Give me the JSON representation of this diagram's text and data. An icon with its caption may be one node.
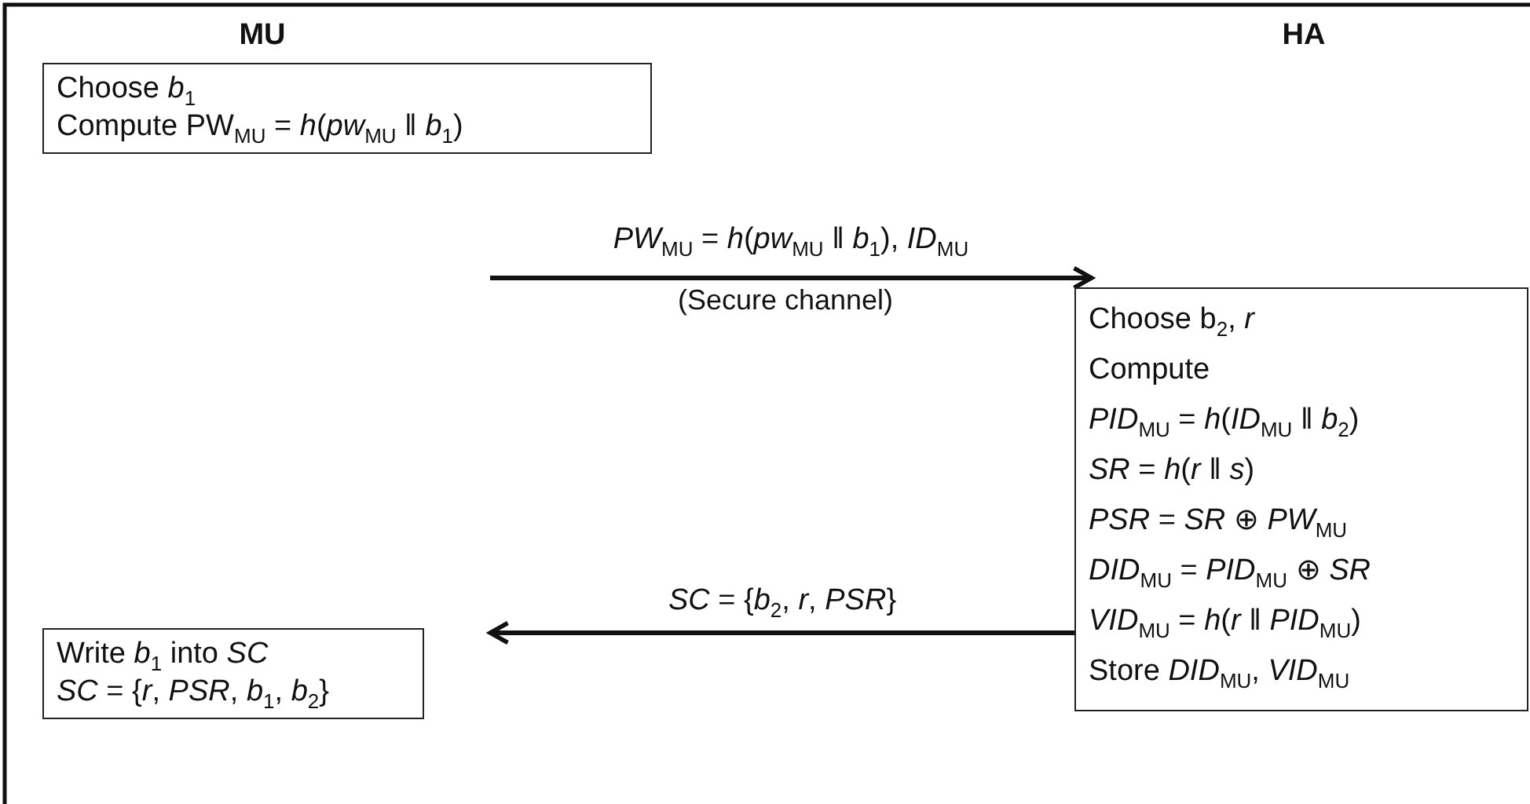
{
  "diagram": {
    "nodes": [
      {
        "text": [
          "Choose *b*$_{1}$",
          "Compute PW$_{MU}$ = *h*(*pw*$_{MU}$ ‖ *b*$_{1}$)"
        ]
      },
      {
        "text": [
          "Choose b$_{2}$, *r*",
          "Compute",
          "*PID*$_{MU}$ = *h*(*ID*$_{MU}$ ‖ *b*$_{2}$)",
          "*SR* = *h*(*r* ‖ *s*)",
          "*PSR* = *SR* ⊕ *PW*$_{MU}$",
          "*DID*$_{MU}$ = *PID*$_{MU}$ ⊕ *SR*",
          "*VID*$_{MU}$ = *h*(*r* ‖ *PID*$_{MU}$)",
          "Store *DID*$_{MU}$, *VID*$_{MU}$"
        ]
      },
      {
        "text": [
          "Write *b*$_{1}$ into *SC*",
          "*SC* = {*r*, *PSR*, *b*$_{1}$, *b*$_{2}$}"
        ]
      }
    ],
    "edges": [
      {
        "from": null,
        "to": 1,
        "arrow": "to",
        "label": "*PW*$_{MU}$ = *h*(*pw*$_{MU}$ ‖ *b*$_{1}$), *ID*$_{MU}$"
      },
      {
        "from": 1,
        "to": null,
        "arrow": "to",
        "label": "*SC* = {*b*$_{2}$, *r*, *PSR*}"
      }
    ],
    "labels": [
      "MU",
      "HA",
      "(Secure channel)"
    ]
  }
}
